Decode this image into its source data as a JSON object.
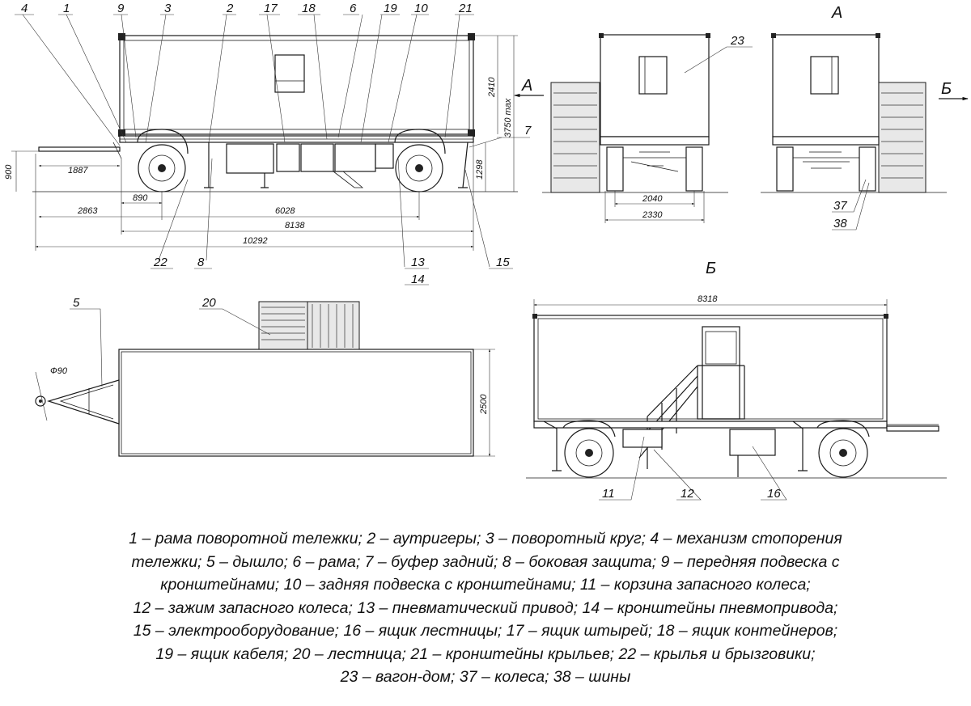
{
  "views": {
    "a": "А",
    "b": "Б"
  },
  "arrows": {
    "a": "А",
    "b": "Б"
  },
  "callouts": {
    "c4": "4",
    "c1": "1",
    "c9": "9",
    "c3": "3",
    "c2": "2",
    "c17": "17",
    "c18": "18",
    "c6": "6",
    "c19": "19",
    "c10": "10",
    "c21": "21",
    "c7": "7",
    "c22": "22",
    "c8": "8",
    "c13": "13",
    "c14": "14",
    "c15": "15",
    "c23": "23",
    "c37": "37",
    "c38": "38",
    "c5": "5",
    "c20": "20",
    "c11": "11",
    "c12": "12",
    "c16": "16"
  },
  "dimensions": {
    "d1887": "1887",
    "d900": "900",
    "d2863": "2863",
    "d890": "890",
    "d6028": "6028",
    "d8138": "8138",
    "d10292": "10292",
    "d2410": "2410",
    "d3750": "3750 max",
    "d1298": "1298",
    "d2040": "2040",
    "d2330": "2330",
    "d90": "Ф90",
    "d2500": "2500",
    "d8318": "8318"
  },
  "legend": [
    "1 – рама поворотной тележки; 2 – аутригеры; 3 – поворотный круг; 4 – механизм стопорения",
    "тележки; 5 – дышло; 6 – рама; 7 – буфер задний; 8 – боковая защита; 9 – передняя подвеска с",
    "кронштейнами; 10 – задняя подвеска с кронштейнами; 11 – корзина запасного колеса;",
    "12 – зажим запасного колеса; 13 – пневматический привод; 14 – кронштейны пневмопривода;",
    "15 – электрооборудование; 16 – ящик лестницы; 17 – ящик штырей; 18 – ящик контейнеров;",
    "19 – ящик кабеля; 20 – лестница; 21 – кронштейны крыльев; 22 – крылья и брызговики;",
    "23 – вагон-дом; 37 – колеса; 38 – шины"
  ]
}
